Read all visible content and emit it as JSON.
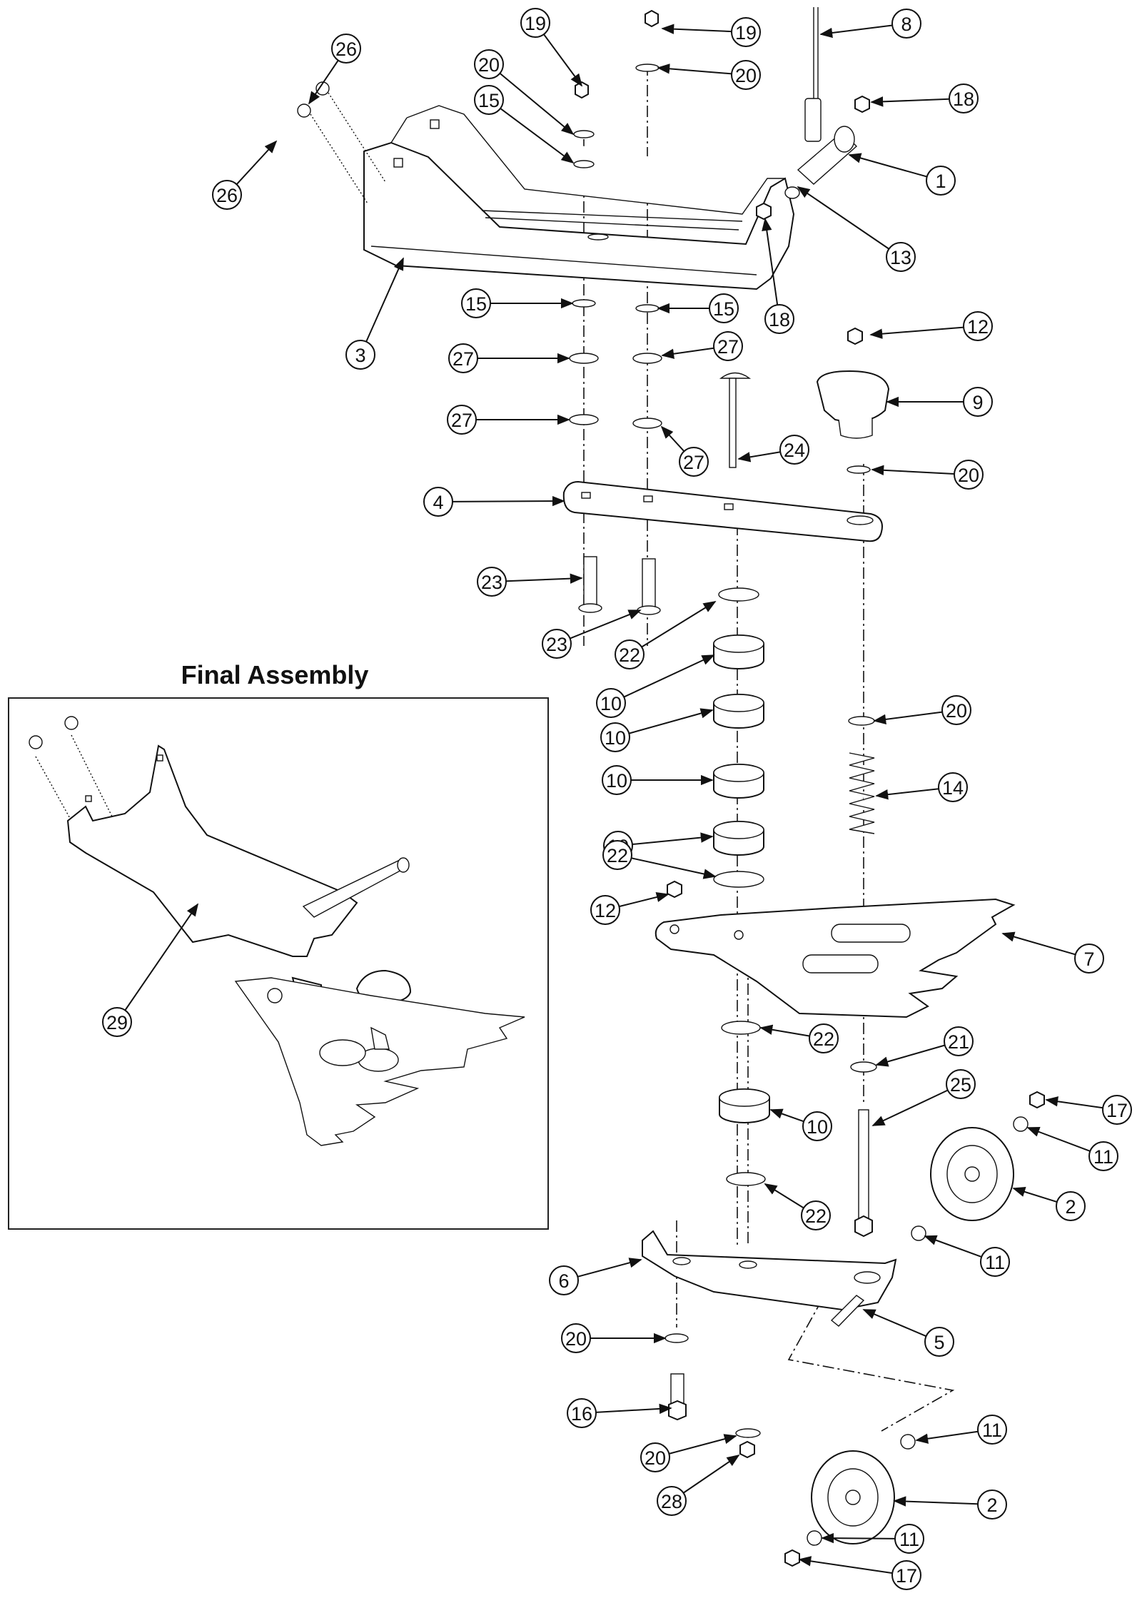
{
  "inset": {
    "title": "Final Assembly"
  },
  "callouts": [
    {
      "id": "c19a",
      "label": "19"
    },
    {
      "id": "c19b",
      "label": "19"
    },
    {
      "id": "c8",
      "label": "8"
    },
    {
      "id": "c20a",
      "label": "20"
    },
    {
      "id": "c20b",
      "label": "20"
    },
    {
      "id": "c26a",
      "label": "26"
    },
    {
      "id": "c26b",
      "label": "26"
    },
    {
      "id": "c15a",
      "label": "15"
    },
    {
      "id": "c18a",
      "label": "18"
    },
    {
      "id": "c18b",
      "label": "18"
    },
    {
      "id": "c1",
      "label": "1"
    },
    {
      "id": "c13",
      "label": "13"
    },
    {
      "id": "c15b",
      "label": "15"
    },
    {
      "id": "c15c",
      "label": "15"
    },
    {
      "id": "c3",
      "label": "3"
    },
    {
      "id": "c12a",
      "label": "12"
    },
    {
      "id": "c27a",
      "label": "27"
    },
    {
      "id": "c27b",
      "label": "27"
    },
    {
      "id": "c9",
      "label": "9"
    },
    {
      "id": "c27c",
      "label": "27"
    },
    {
      "id": "c27d",
      "label": "27"
    },
    {
      "id": "c24",
      "label": "24"
    },
    {
      "id": "c20c",
      "label": "20"
    },
    {
      "id": "c4",
      "label": "4"
    },
    {
      "id": "c23a",
      "label": "23"
    },
    {
      "id": "c23b",
      "label": "23"
    },
    {
      "id": "c22a",
      "label": "22"
    },
    {
      "id": "c10a",
      "label": "10"
    },
    {
      "id": "c10b",
      "label": "10"
    },
    {
      "id": "c20d",
      "label": "20"
    },
    {
      "id": "c14",
      "label": "14"
    },
    {
      "id": "c10c",
      "label": "10"
    },
    {
      "id": "c10d",
      "label": "10"
    },
    {
      "id": "c22b",
      "label": "22"
    },
    {
      "id": "c12b",
      "label": "12"
    },
    {
      "id": "c7",
      "label": "7"
    },
    {
      "id": "c29",
      "label": "29"
    },
    {
      "id": "c22c",
      "label": "22"
    },
    {
      "id": "c21",
      "label": "21"
    },
    {
      "id": "c25",
      "label": "25"
    },
    {
      "id": "c17a",
      "label": "17"
    },
    {
      "id": "c10e",
      "label": "10"
    },
    {
      "id": "c11a",
      "label": "11"
    },
    {
      "id": "c2a",
      "label": "2"
    },
    {
      "id": "c22d",
      "label": "22"
    },
    {
      "id": "c11b",
      "label": "11"
    },
    {
      "id": "c6",
      "label": "6"
    },
    {
      "id": "c5",
      "label": "5"
    },
    {
      "id": "c20e",
      "label": "20"
    },
    {
      "id": "c16",
      "label": "16"
    },
    {
      "id": "c11c",
      "label": "11"
    },
    {
      "id": "c20f",
      "label": "20"
    },
    {
      "id": "c28",
      "label": "28"
    },
    {
      "id": "c2b",
      "label": "2"
    },
    {
      "id": "c11d",
      "label": "11"
    },
    {
      "id": "c17b",
      "label": "17"
    }
  ]
}
